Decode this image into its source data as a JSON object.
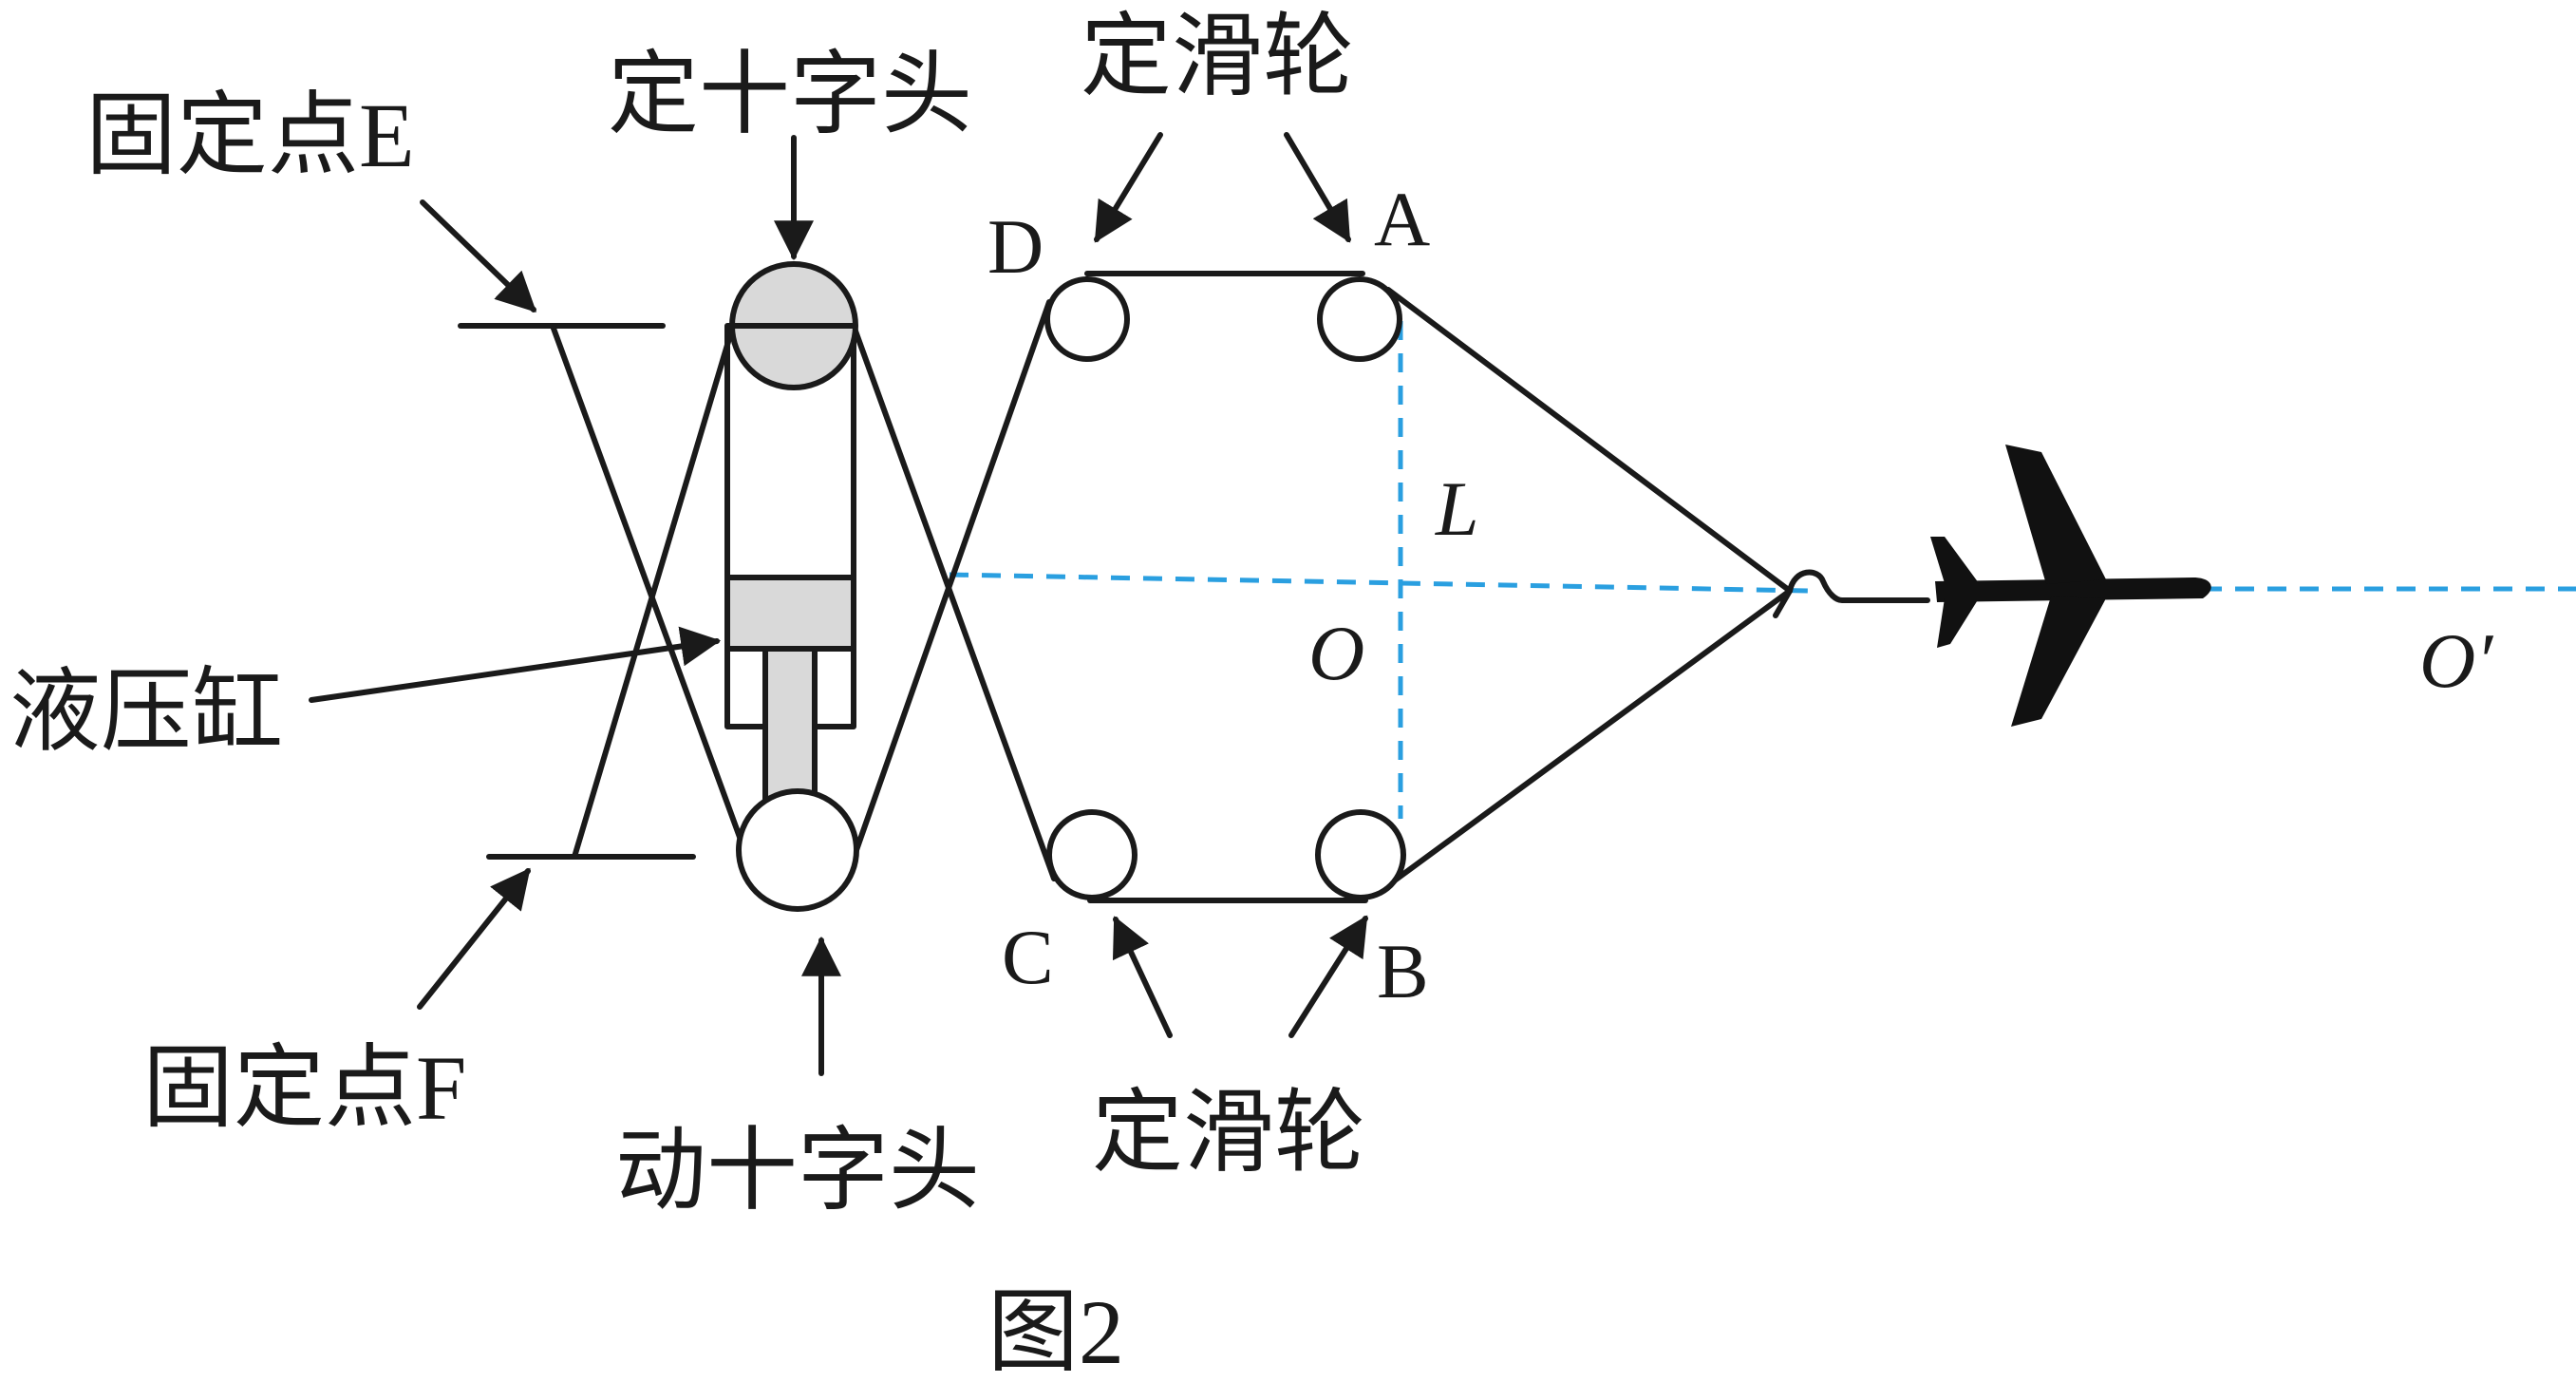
{
  "labels": {
    "fixed_point_e": "固定点E",
    "fixed_cross_head": "定十字头",
    "fixed_pulley_top": "定滑轮",
    "point_d": "D",
    "point_a": "A",
    "length_l": "L",
    "point_o": "O",
    "point_o_prime": "O′",
    "hydraulic_cylinder": "液压缸",
    "point_c": "C",
    "point_b": "B",
    "fixed_point_f": "固定点F",
    "moving_cross_head": "动十字头",
    "fixed_pulley_bottom": "定滑轮",
    "caption": "图2"
  },
  "colors": {
    "line": "#1a1a1a",
    "dashed_axis": "#2a9fe0",
    "cross_head_fill": "#d9d9d9"
  }
}
